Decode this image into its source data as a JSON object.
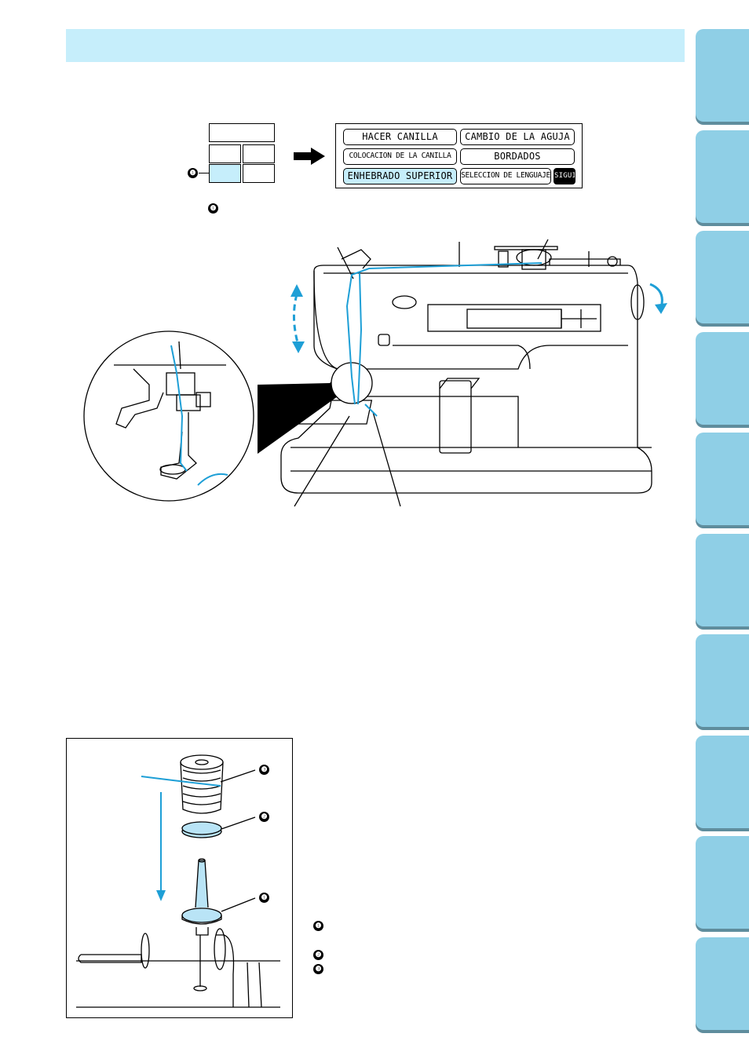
{
  "colors": {
    "header": "#c6eefb",
    "tab": "#8fcfe6",
    "tab_shadow": "#5f8d9d",
    "thread": "#1e9fd6",
    "highlight": "#c6eefb"
  },
  "tabs": [
    "",
    "",
    "",
    "",
    "",
    "",
    "",
    "",
    "",
    ""
  ],
  "panel_callout": "❶",
  "caption_callout": "❶",
  "lcd": {
    "buttons": [
      "HACER CANILLA",
      "CAMBIO DE LA AGUJA",
      "COLOCACION DE LA CANILLA",
      "BORDADOS",
      "ENHEBRADO SUPERIOR",
      "SELECCION DE LENGUAJE",
      "SIGUI"
    ],
    "selected": "ENHEBRADO SUPERIOR"
  },
  "spool_figure": {
    "callouts": [
      "❸",
      "❷",
      "❶"
    ]
  },
  "legend": [
    "❶",
    "❷",
    "❸"
  ],
  "icons": [
    "arrow-right-icon",
    "rotate-arrow-icon",
    "up-down-arrow-icon",
    "down-arrow-icon"
  ]
}
